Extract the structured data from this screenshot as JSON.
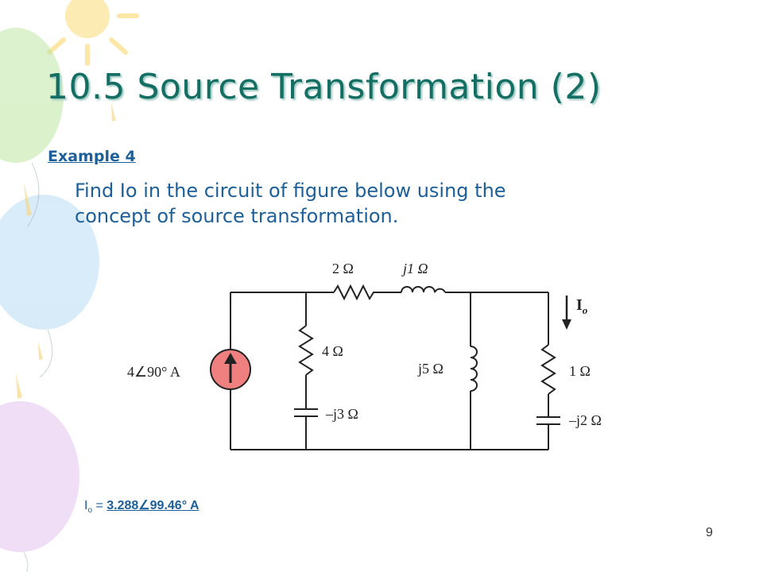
{
  "slide": {
    "title": "10.5 Source Transformation (2)",
    "example_label": "Example 4",
    "question_line1": "Find Io in the circuit of figure below using the",
    "question_line2": "concept of source transformation.",
    "answer": {
      "symbol": "I",
      "subscript": "o",
      "equals": " = ",
      "value": "3.288∠",
      "angle": "99.46",
      "unit": "° A"
    },
    "page_number": "9"
  },
  "circuit": {
    "source_label": "4∠90°  A",
    "r_top": "2 Ω",
    "l_top": "j1 Ω",
    "r_left": "4 Ω",
    "c_left": "–j3 Ω",
    "l_mid": "j5 Ω",
    "r_right": "1 Ω",
    "c_right": "–j2 Ω",
    "current_label": "I",
    "current_sub": "o"
  },
  "colors": {
    "title": "#136f64",
    "body_text": "#1d5f99",
    "source_fill": "#f08080"
  }
}
